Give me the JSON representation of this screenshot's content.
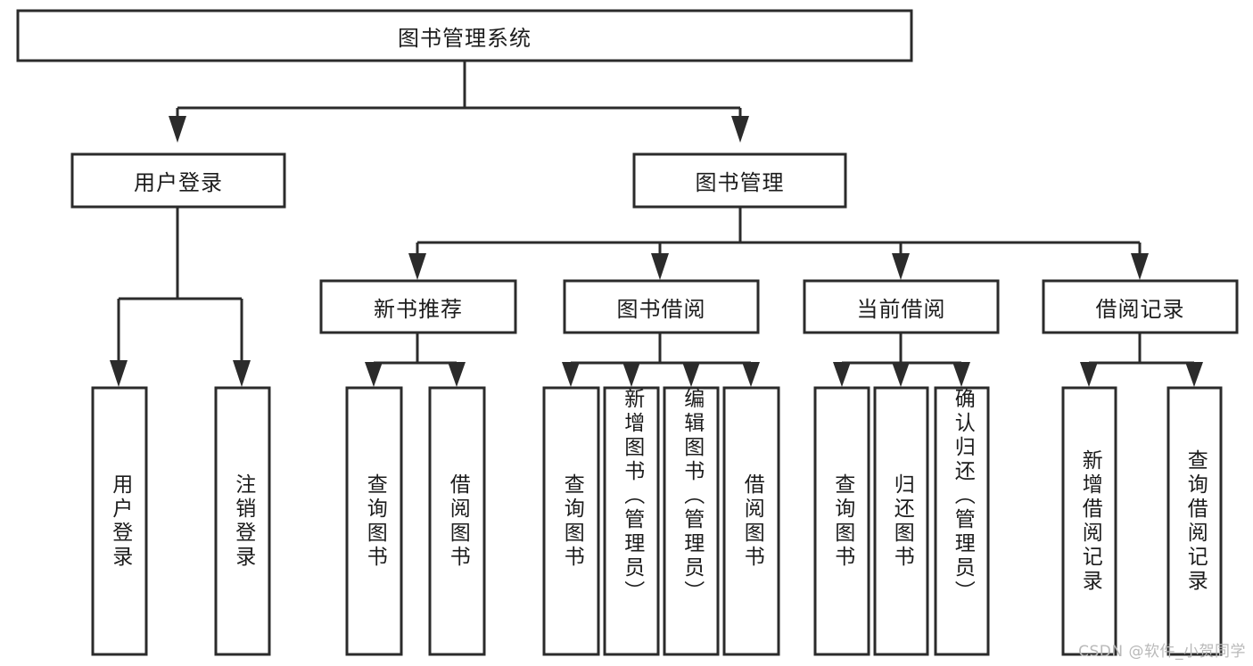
{
  "diagram": {
    "kind": "tree-hierarchy-chart",
    "background_color": "#ffffff",
    "box_stroke_color": "#2b2b2b",
    "text_color": "#1c1c1c",
    "root": {
      "id": "root",
      "label": "图书管理系统",
      "orientation": "horizontal"
    },
    "level2": [
      {
        "id": "user-login",
        "label": "用户登录",
        "orientation": "horizontal"
      },
      {
        "id": "book-management",
        "label": "图书管理",
        "orientation": "horizontal"
      }
    ],
    "level3": [
      {
        "id": "new-book-recommend",
        "label": "新书推荐",
        "orientation": "horizontal",
        "parent": "book-management"
      },
      {
        "id": "book-borrow",
        "label": "图书借阅",
        "orientation": "horizontal",
        "parent": "book-management"
      },
      {
        "id": "current-borrow",
        "label": "当前借阅",
        "orientation": "horizontal",
        "parent": "book-management"
      },
      {
        "id": "borrow-record",
        "label": "借阅记录",
        "orientation": "horizontal",
        "parent": "book-management"
      }
    ],
    "leaves": [
      {
        "id": "leaf-user-login",
        "label": "用户登录",
        "orientation": "vertical",
        "parent": "user-login"
      },
      {
        "id": "leaf-logout-login",
        "label": "注销登录",
        "orientation": "vertical",
        "parent": "user-login"
      },
      {
        "id": "leaf-query-book-1",
        "label": "查询图书",
        "orientation": "vertical",
        "parent": "new-book-recommend"
      },
      {
        "id": "leaf-borrow-book-1",
        "label": "借阅图书",
        "orientation": "vertical",
        "parent": "new-book-recommend"
      },
      {
        "id": "leaf-query-book-2",
        "label": "查询图书",
        "orientation": "vertical",
        "parent": "book-borrow"
      },
      {
        "id": "leaf-add-book",
        "label": "新增图书（管理员）",
        "orientation": "vertical",
        "parent": "book-borrow"
      },
      {
        "id": "leaf-edit-book",
        "label": "编辑图书（管理员）",
        "orientation": "vertical",
        "parent": "book-borrow"
      },
      {
        "id": "leaf-borrow-book-2",
        "label": "借阅图书",
        "orientation": "vertical",
        "parent": "book-borrow"
      },
      {
        "id": "leaf-query-book-3",
        "label": "查询图书",
        "orientation": "vertical",
        "parent": "current-borrow"
      },
      {
        "id": "leaf-return-book",
        "label": "归还图书",
        "orientation": "vertical",
        "parent": "current-borrow"
      },
      {
        "id": "leaf-confirm-return",
        "label": "确认归还（管理员）",
        "orientation": "vertical",
        "parent": "current-borrow"
      },
      {
        "id": "leaf-add-record",
        "label": "新增借阅记录",
        "orientation": "vertical",
        "parent": "borrow-record"
      },
      {
        "id": "leaf-query-record",
        "label": "查询借阅记录",
        "orientation": "vertical",
        "parent": "borrow-record"
      }
    ]
  },
  "watermark": {
    "text": "CSDN @软件_小贺同学",
    "color": "#b9b9b9"
  }
}
